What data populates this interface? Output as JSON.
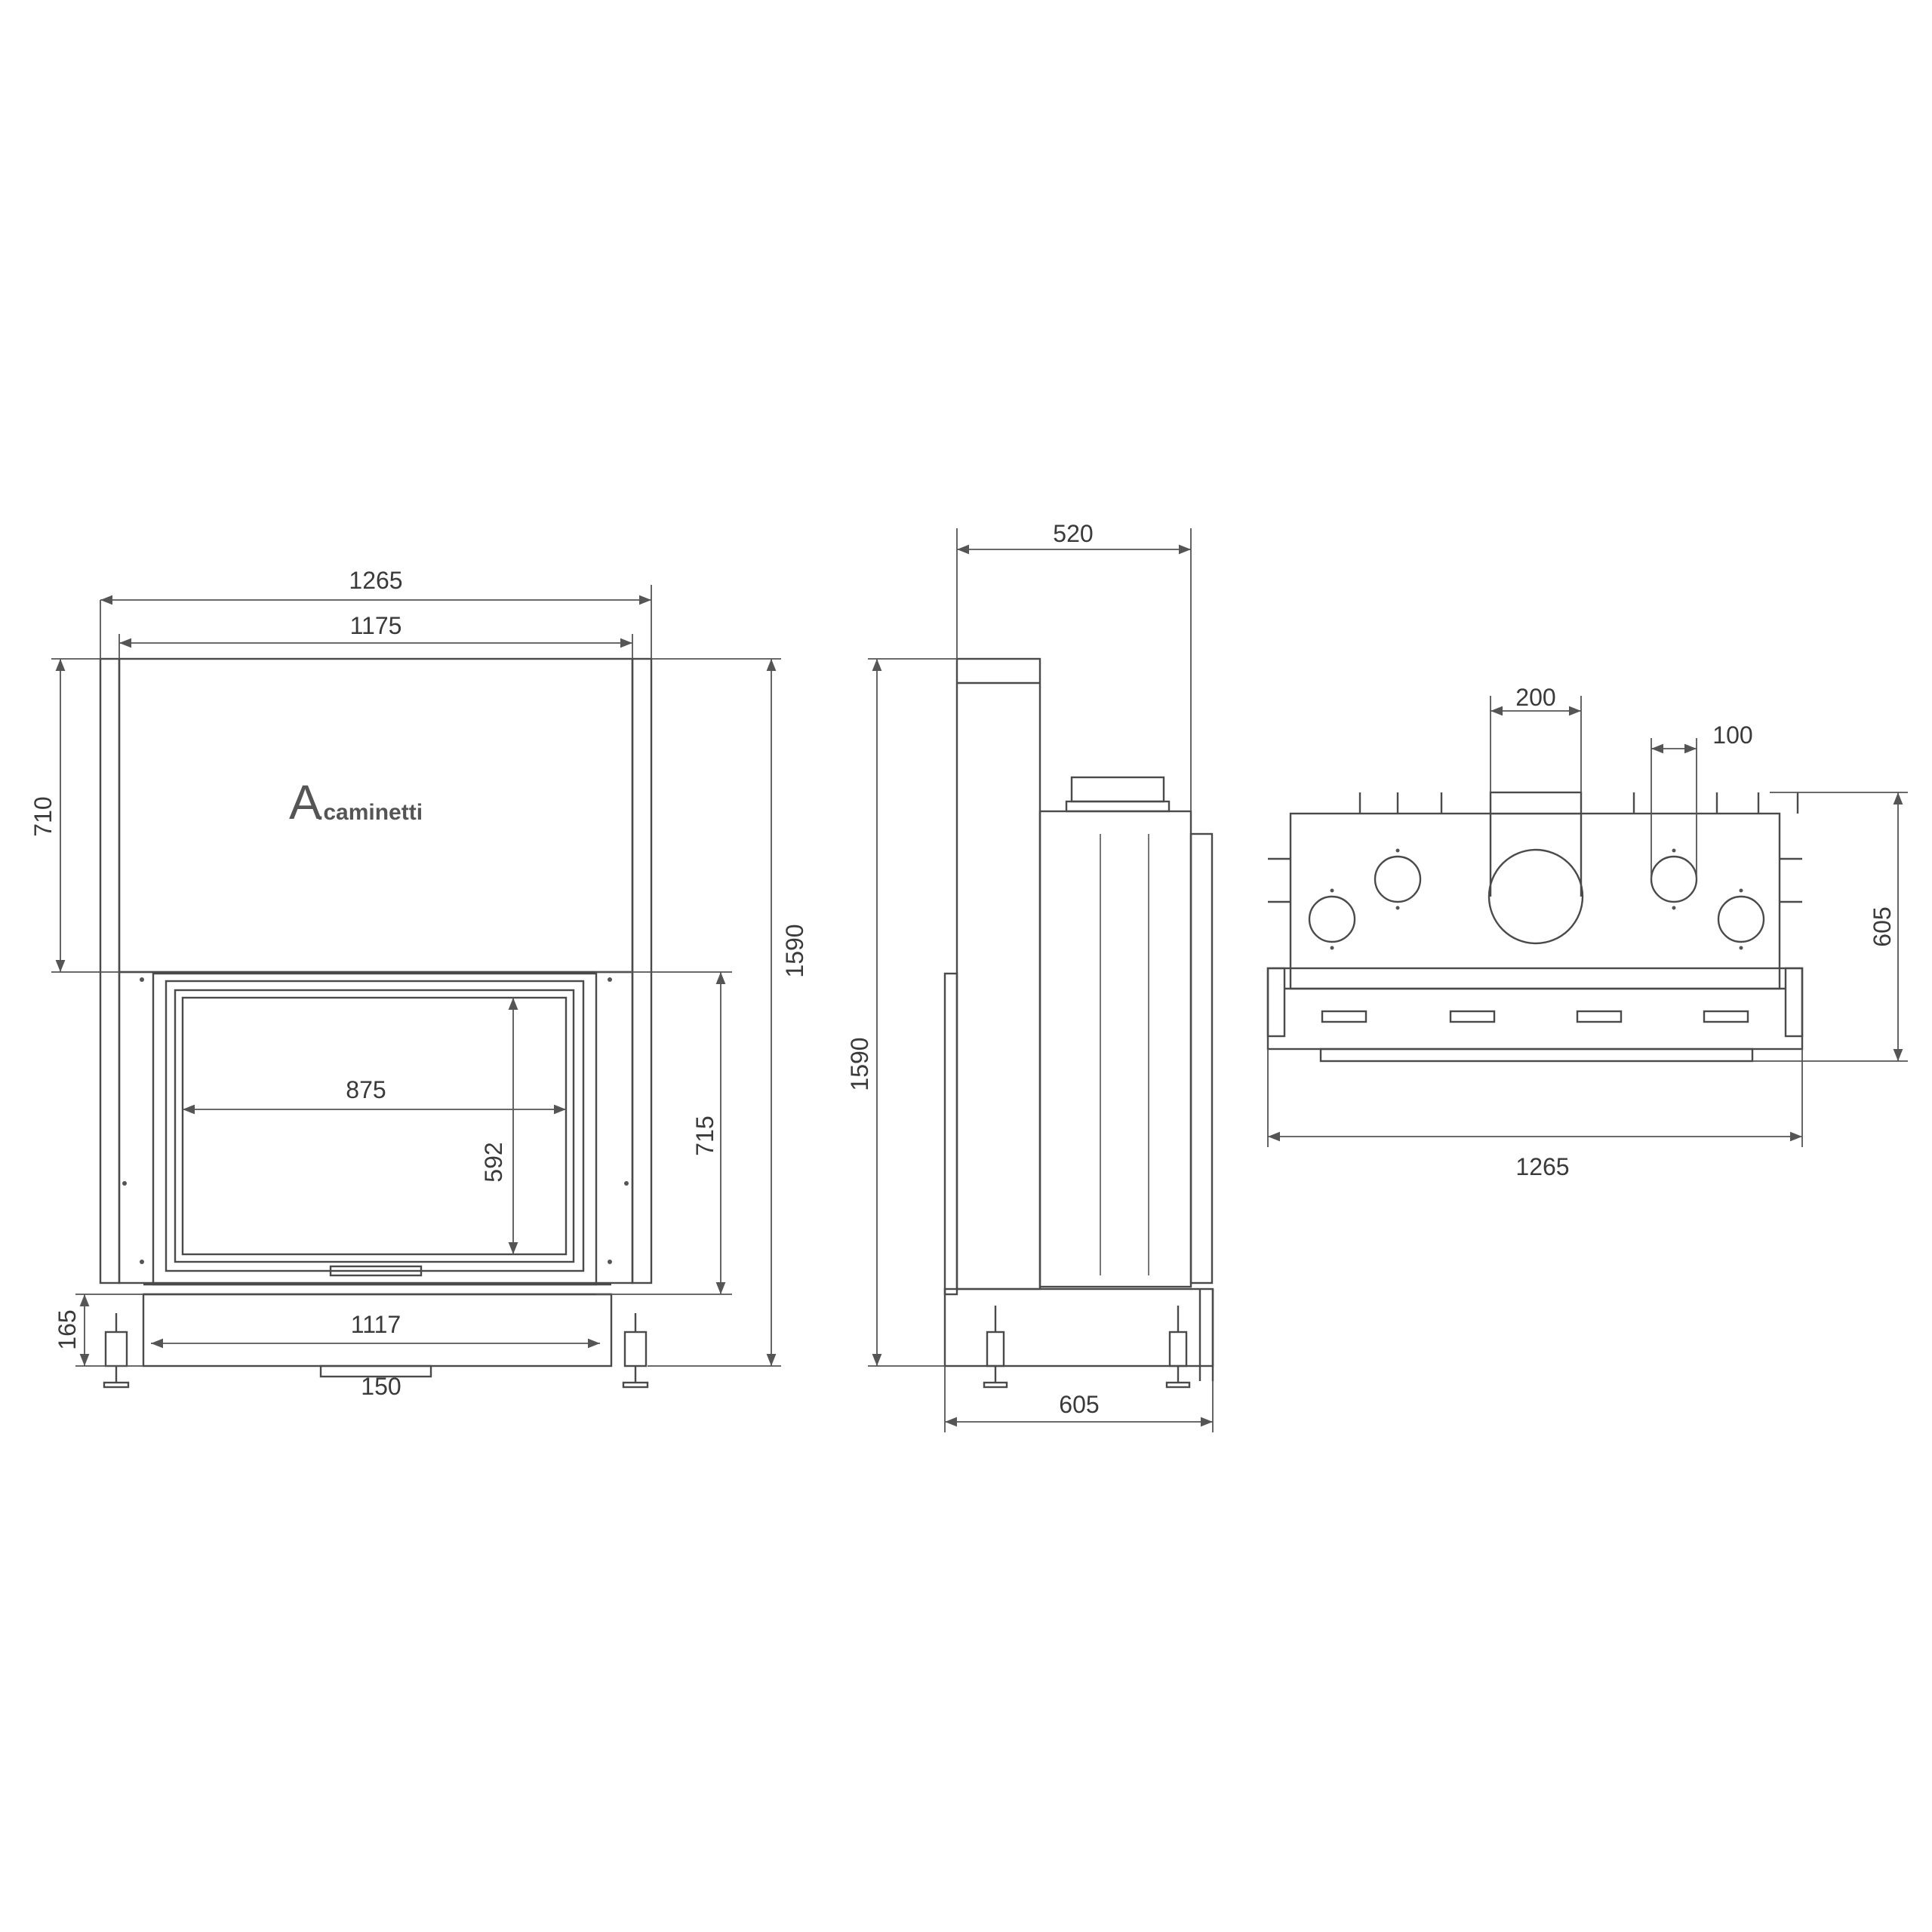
{
  "brand": {
    "logo_letter": "A",
    "logo_text": ".caminetti"
  },
  "front_view": {
    "overall_width": "1265",
    "frame_width": "1175",
    "upper_hood_height": "710",
    "overall_height": "1590",
    "glass_width": "875",
    "glass_height": "592",
    "door_height": "715",
    "base_width": "1117",
    "foot_height": "165",
    "air_inlet_width": "150"
  },
  "side_view": {
    "top_depth": "520",
    "overall_height": "1590",
    "base_depth": "605"
  },
  "top_view": {
    "large_flue_diameter": "200",
    "small_outlet_diameter": "100",
    "depth": "605",
    "overall_width": "1265"
  }
}
